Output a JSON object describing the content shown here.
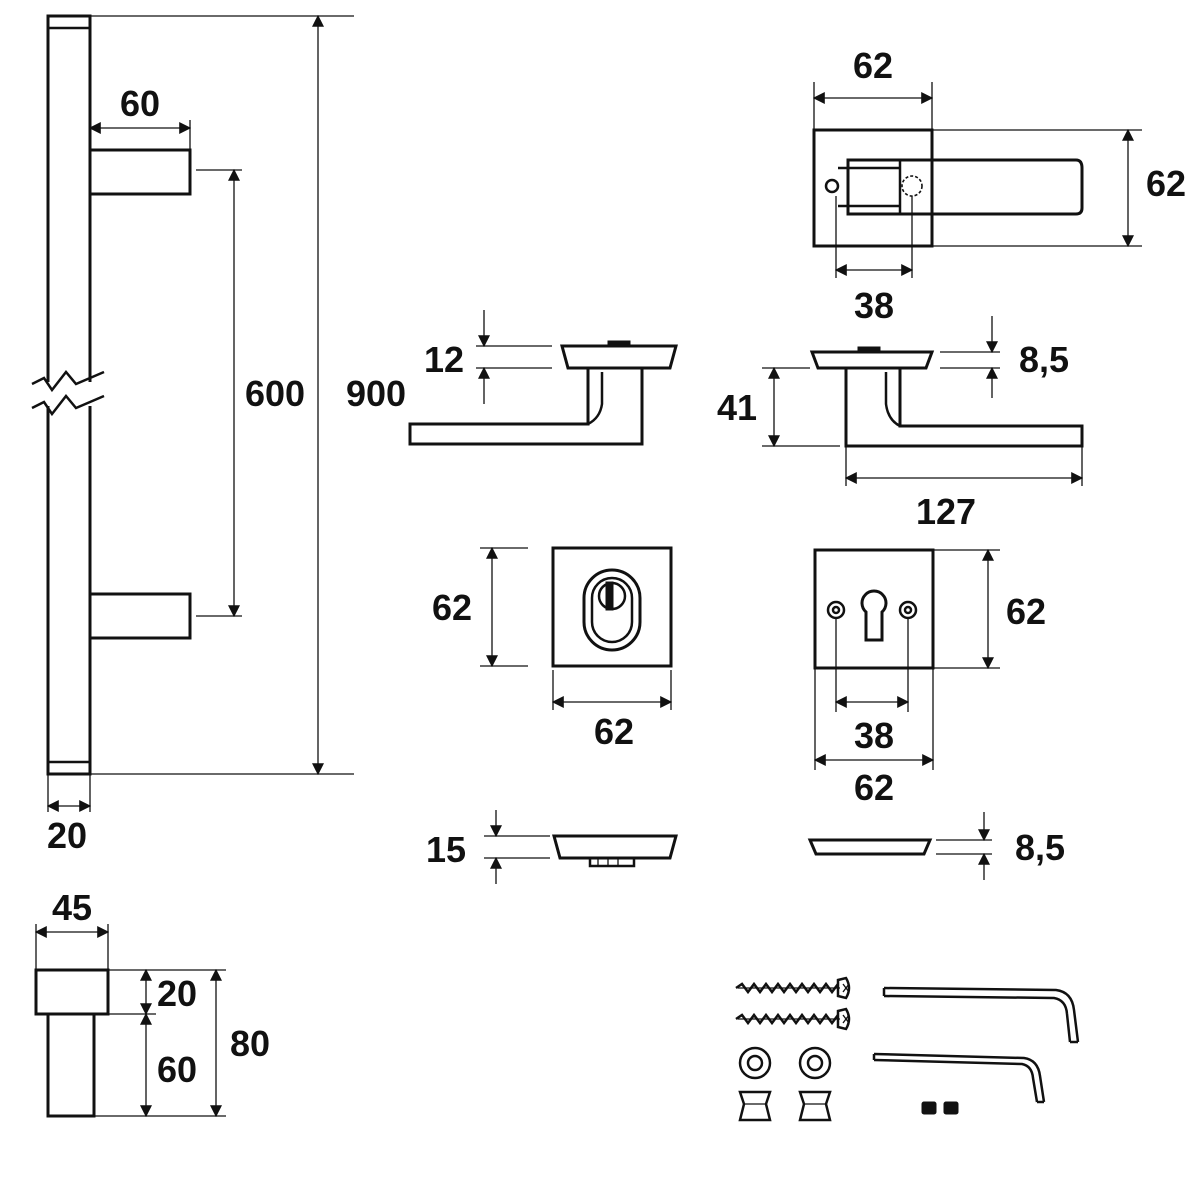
{
  "colors": {
    "line": "#111111",
    "background": "#ffffff"
  },
  "dimensions": {
    "pull_depth": "60",
    "pull_center": "600",
    "pull_length": "900",
    "pull_diameter": "20",
    "standoff_width": "45",
    "standoff_collar": "20",
    "standoff_leg": "60",
    "standoff_total": "80",
    "lever_top_width": "62",
    "lever_top_height": "62",
    "lever_spindle_offset": "38",
    "lever_rose_left": "12",
    "lever_rose_right": "8,5",
    "lever_height": "41",
    "lever_length": "127",
    "wc_rose_height": "62",
    "wc_rose_width": "62",
    "cyl_rose_height": "62",
    "cyl_screw_spacing": "38",
    "cyl_rose_width": "62",
    "wc_rose_thickness": "15",
    "cyl_rose_thickness": "8,5"
  }
}
